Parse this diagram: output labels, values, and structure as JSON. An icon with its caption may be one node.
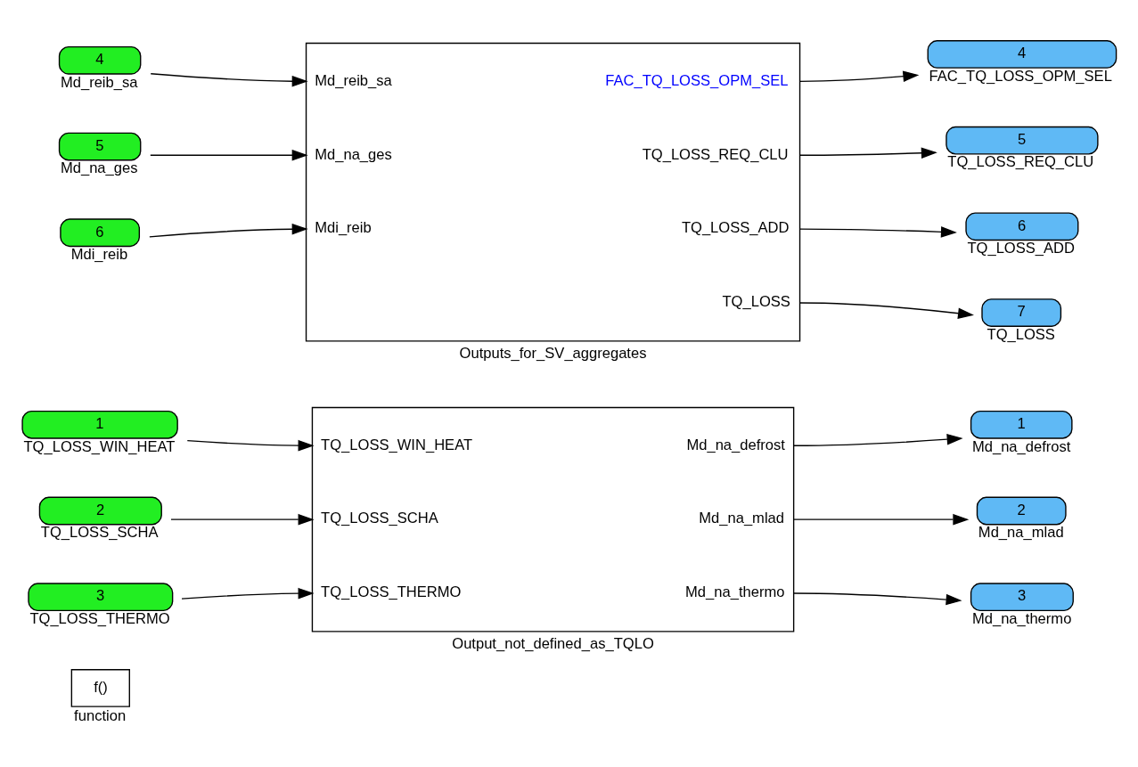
{
  "diagram": {
    "nodes": [
      {
        "text": [
          "f()"
        ],
        "beside": [
          "function"
        ]
      },
      {
        "text": [
          "1"
        ],
        "beside": [
          "TQ_LOSS_WIN_HEAT"
        ]
      },
      {
        "text": [
          "2"
        ],
        "beside": [
          "TQ_LOSS_SCHA"
        ]
      },
      {
        "text": [
          "3"
        ],
        "beside": [
          "TQ_LOSS_THERMO"
        ]
      },
      {
        "text": [
          "Output_not_defined_as_TQLO",
          "TQ_LOSS_WIN_HEAT",
          "TQ_LOSS_SCHA",
          "TQ_LOSS_THERMO",
          "Md_na_defrost",
          "Md_na_mlad",
          "Md_na_thermo"
        ]
      },
      {
        "text": [
          "1"
        ],
        "beside": [
          "Md_na_defrost"
        ]
      },
      {
        "text": [
          "2"
        ],
        "beside": [
          "Md_na_mlad"
        ]
      },
      {
        "text": [
          "3"
        ],
        "beside": [
          "Md_na_thermo"
        ]
      },
      {
        "text": [
          "4"
        ],
        "beside": [
          "Md_reib_sa"
        ]
      },
      {
        "text": [
          "5"
        ],
        "beside": [
          "Md_na_ges"
        ]
      },
      {
        "text": [
          "6"
        ],
        "beside": [
          "Mdi_reib"
        ]
      },
      {
        "text": [
          "Outputs_for_SV_aggregates",
          "Md_reib_sa",
          "Md_na_ges",
          "Mdi_reib",
          "FAC_TQ_LOSS_OPM_SEL",
          "TQ_LOSS_REQ_CLU",
          "TQ_LOSS_ADD",
          "TQ_LOSS"
        ]
      },
      {
        "text": [
          "4"
        ],
        "beside": [
          "FAC_TQ_LOSS_OPM_SEL"
        ]
      },
      {
        "text": [
          "5"
        ],
        "beside": [
          "TQ_LOSS_REQ_CLU"
        ]
      },
      {
        "text": [
          "6"
        ],
        "beside": [
          "TQ_LOSS_ADD"
        ]
      },
      {
        "text": [
          "7"
        ],
        "beside": [
          "TQ_LOSS"
        ]
      }
    ],
    "edges": [
      {
        "from": 1,
        "to": 4,
        "arrow": "to"
      },
      {
        "from": 2,
        "to": 4,
        "arrow": "to"
      },
      {
        "from": 3,
        "to": 4,
        "arrow": "to"
      },
      {
        "from": 4,
        "to": 5,
        "arrow": "to"
      },
      {
        "from": 4,
        "to": 6,
        "arrow": "to"
      },
      {
        "from": 4,
        "to": 7,
        "arrow": "to"
      },
      {
        "from": 8,
        "to": 11,
        "arrow": "to"
      },
      {
        "from": 9,
        "to": 11,
        "arrow": "to"
      },
      {
        "from": 10,
        "to": 11,
        "arrow": "to"
      },
      {
        "from": 11,
        "to": 12,
        "arrow": "to"
      },
      {
        "from": 11,
        "to": 13,
        "arrow": "to"
      },
      {
        "from": 11,
        "to": 14,
        "arrow": "to"
      },
      {
        "from": 11,
        "to": 15,
        "arrow": "to"
      }
    ]
  }
}
